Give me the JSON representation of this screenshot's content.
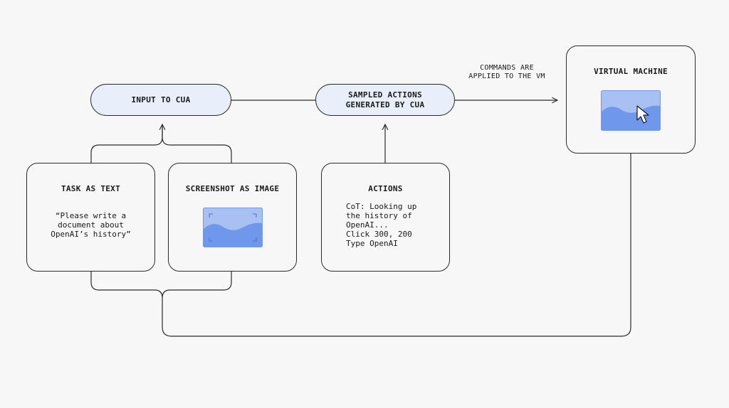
{
  "nodes": {
    "input_to_cua": "INPUT TO CUA",
    "sampled_actions": [
      "SAMPLED ACTIONS",
      "GENERATED BY CUA"
    ],
    "task_as_text": {
      "title": "TASK AS TEXT",
      "body": "“Please write a\ndocument about\nOpenAI’s history”"
    },
    "screenshot_as_image": {
      "title": "SCREENSHOT AS IMAGE"
    },
    "actions": {
      "title": "ACTIONS",
      "body": "CoT: Looking up\nthe history of\nOpenAI...\nClick 300, 200\nType OpenAI"
    },
    "virtual_machine": {
      "title": "VIRTUAL MACHINE"
    }
  },
  "edge_labels": {
    "commands": [
      "COMMANDS ARE",
      "APPLIED TO THE VM"
    ]
  },
  "colors": {
    "pill_fill": "#e8eefa",
    "image_light": "#a9c0f2",
    "image_dark": "#6f97eb",
    "stroke": "#2a2a2a",
    "background": "#f7f7f7"
  },
  "icons": {
    "image_placeholder": "image-icon",
    "cursor": "cursor-icon"
  }
}
